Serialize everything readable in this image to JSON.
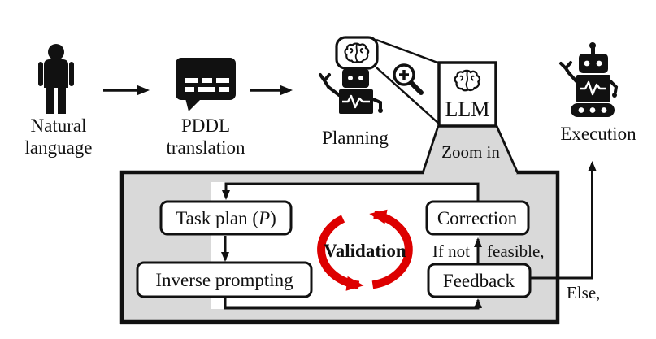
{
  "colors": {
    "red": "#dd0000",
    "gray": "#d9d9d9",
    "ink": "#111111"
  },
  "stages": {
    "natural_language": {
      "line1": "Natural",
      "line2": "language"
    },
    "pddl": {
      "line1": "PDDL",
      "line2": "translation"
    },
    "planning": {
      "label": "Planning"
    },
    "llm": {
      "label": "LLM",
      "zoom_label": "Zoom in"
    },
    "execution": {
      "label": "Execution"
    }
  },
  "loop": {
    "task_plan": {
      "prefix": "Task plan (",
      "variable": "P",
      "suffix": ")"
    },
    "inverse_prompting": {
      "label": "Inverse prompting"
    },
    "correction": {
      "label": "Correction"
    },
    "feedback": {
      "label": "Feedback"
    },
    "validation": {
      "label": "Validation"
    },
    "condition_left": "If not",
    "condition_right": "feasible,",
    "else_label": "Else,"
  },
  "icons": {
    "person-icon": "human silhouette",
    "speech-bubble-icon": "black speech bubble with redacted text dashes",
    "thought-bubble-icon": "rounded bubble holding brain",
    "brain-icon": "outlined brain glyph",
    "magnifier-plus-icon": "magnifying glass with plus sign",
    "planning-robot-icon": "robot with pulse-screen body thinking",
    "execution-robot-icon": "robot on wheeled track base",
    "validation-cycle-icon": "two red circular arrows"
  }
}
